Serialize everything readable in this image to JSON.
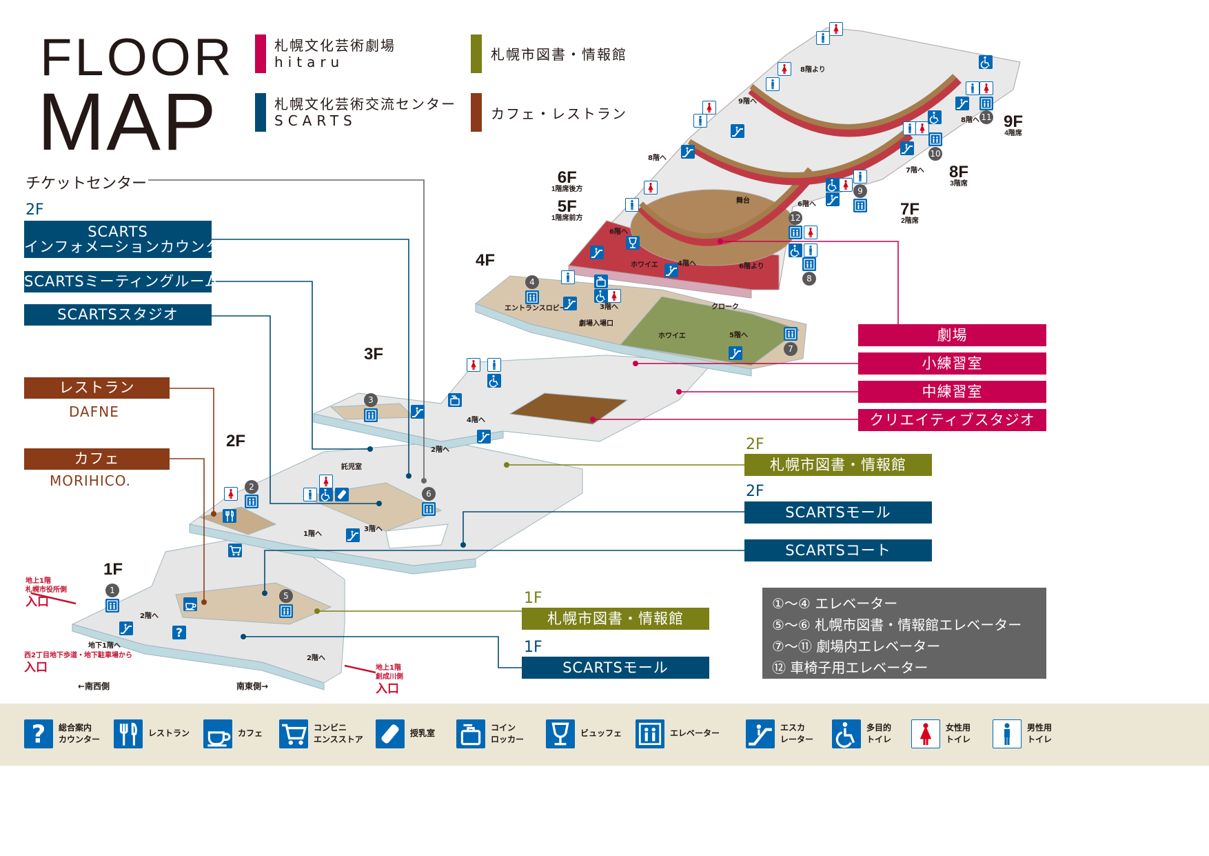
{
  "header": {
    "title_line1": "FLOOR",
    "title_line2": "MAP"
  },
  "legend": [
    {
      "label": "札幌文化芸術劇場",
      "sub": "hitaru",
      "color": "#c7004f"
    },
    {
      "label": "札幌市図書・情報館",
      "color": "#7a7f17"
    },
    {
      "label": "札幌文化芸術交流センター",
      "sub": "SCARTS",
      "color": "#004b74"
    },
    {
      "label": "カフェ・レストラン",
      "color": "#8a3b17"
    }
  ],
  "left_labels": {
    "ticket": "チケットセンター",
    "floor_2f": "2F",
    "info_1": "SCARTS",
    "info_2": "インフォメーションカウンター",
    "meeting": "SCARTSミーティングルーム",
    "studio": "SCARTSスタジオ",
    "restaurant": "レストラン",
    "restaurant_name": "DAFNE",
    "cafe": "カフェ",
    "cafe_name": "MORIHICO."
  },
  "right_labels": {
    "theater": "劇場",
    "small_rehearsal": "小練習室",
    "mid_rehearsal": "中練習室",
    "creative": "クリエイティブスタジオ",
    "f2a": "2F",
    "library_2f": "札幌市図書・情報館",
    "f2b": "2F",
    "mall_2f": "SCARTSモール",
    "court": "SCARTSコート",
    "f1a": "1F",
    "library_1f": "札幌市図書・情報館",
    "f1b": "1F",
    "mall_1f": "SCARTSモール"
  },
  "floors": {
    "f1": "1F",
    "f2": "2F",
    "f3": "3F",
    "f4": "4F",
    "f5": "5F",
    "f5s": "1階席前方",
    "f6": "6F",
    "f6s": "1階席後方",
    "f7": "7F",
    "f7s": "2階席",
    "f8": "8F",
    "f8s": "3階席",
    "f9": "9F",
    "f9s": "4階席"
  },
  "map_text": {
    "to_b1": "地下1階へ",
    "to_2f_a": "2階へ",
    "to_2f_b": "2階へ",
    "to_2f_c": "2階へ",
    "to_1f": "1階へ",
    "to_3f_a": "3階へ",
    "to_3f_b": "3階へ",
    "to_4f_a": "4階へ",
    "to_4f_b": "4階へ",
    "to_5f": "5階へ",
    "to_6f_a": "6階へ",
    "to_6f_b": "6階へ",
    "from_6f": "6階より",
    "to_7f": "7階へ",
    "to_8f_a": "8階へ",
    "to_8f_b": "8階へ",
    "from_8f": "8階より",
    "to_9f": "9階へ",
    "nursery": "託児室",
    "entrance_lobby": "エントランスロビー",
    "theater_entry": "劇場入場口",
    "cloak": "クローク",
    "foyer_a": "ホワイエ",
    "foyer_b": "ホワイエ",
    "stage": "舞台",
    "southwest": "←南西側",
    "southeast": "南東側→"
  },
  "entrances": {
    "e1_line1": "地上1階",
    "e1_line2": "札幌市役所側",
    "e1_label": "入口",
    "e2_line1": "西2丁目地下歩道・地下駐車場から",
    "e2_label": "入口",
    "e3_line1": "地上1階",
    "e3_line2": "創成川側",
    "e3_label": "入口"
  },
  "markers": [
    "1",
    "2",
    "3",
    "4",
    "5",
    "6",
    "7",
    "8",
    "9",
    "10",
    "11",
    "12"
  ],
  "elevator_key": [
    "①～④ エレベーター",
    "⑤～⑥ 札幌市図書・情報館エレベーター",
    "⑦～⑪ 劇場内エレベーター",
    "⑫ 車椅子用エレベーター"
  ],
  "icon_legend": [
    {
      "icon": "info-icon",
      "label": "総合案内\nカウンター"
    },
    {
      "icon": "restaurant-icon",
      "label": "レストラン"
    },
    {
      "icon": "cafe-icon",
      "label": "カフェ"
    },
    {
      "icon": "store-icon",
      "label": "コンビニ\nエンスストア"
    },
    {
      "icon": "nursing-icon",
      "label": "授乳室"
    },
    {
      "icon": "locker-icon",
      "label": "コイン\nロッカー"
    },
    {
      "icon": "buffet-icon",
      "label": "ビュッフェ"
    },
    {
      "icon": "elevator-icon",
      "label": "エレベーター"
    },
    {
      "icon": "escalator-icon",
      "label": "エスカ\nレーター"
    },
    {
      "icon": "accessible-toilet-icon",
      "label": "多目的\nトイレ"
    },
    {
      "icon": "female-toilet-icon",
      "label": "女性用\nトイレ"
    },
    {
      "icon": "male-toilet-icon",
      "label": "男性用\nトイレ"
    }
  ],
  "colors": {
    "theater": "#c7004f",
    "scarts": "#004b74",
    "library": "#7a7f17",
    "cafe": "#8a3b17",
    "icon_blue": "#0068b5",
    "key_box": "#646464",
    "band": "#ece6d5"
  }
}
